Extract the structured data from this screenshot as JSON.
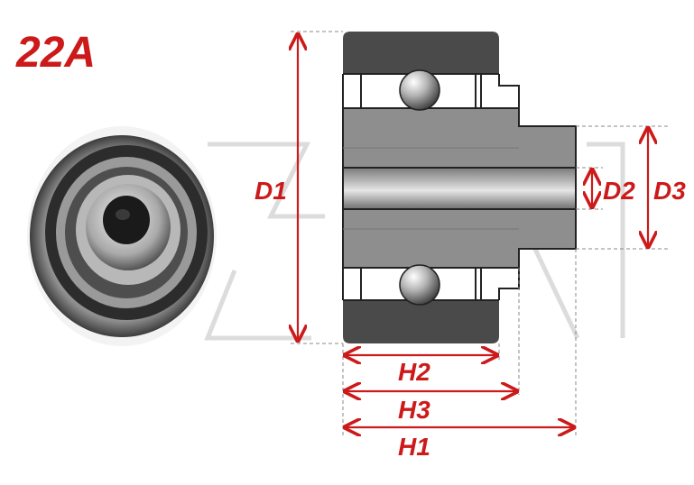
{
  "title": "22A",
  "dimensions": {
    "d1": "D1",
    "d2": "D2",
    "d3": "D3",
    "h1": "H1",
    "h2": "H2",
    "h3": "H3"
  },
  "colors": {
    "accent": "#cc1a1a",
    "steel": "#8c8c8c",
    "outer_ring": "#4a4a4a",
    "watermark": "#d9d9d9"
  }
}
